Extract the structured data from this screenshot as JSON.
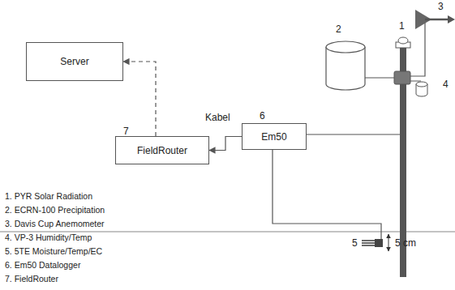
{
  "diagram": {
    "nodes": [
      {
        "text": [
          "Server"
        ]
      },
      {
        "text": [
          "Em50"
        ]
      },
      {
        "text": [
          "FieldRouter"
        ]
      }
    ],
    "edges": [
      {
        "from": 1,
        "to": 2,
        "arrow": "to",
        "label": "Kabel"
      },
      {
        "from": 2,
        "to": 0,
        "arrow": "to"
      }
    ],
    "labels": [
      "1",
      "2",
      "3",
      "4",
      "5",
      "6",
      "7",
      "5 cm",
      "1. PYR Solar Radiation",
      "2. ECRN-100 Precipitation",
      "3. Davis Cup Anemometer",
      "4. VP-3 Humidity/Temp",
      "5. 5TE Moisture/Temp/EC",
      "6. Em50 Datalogger",
      "7. FieldRouter"
    ]
  }
}
